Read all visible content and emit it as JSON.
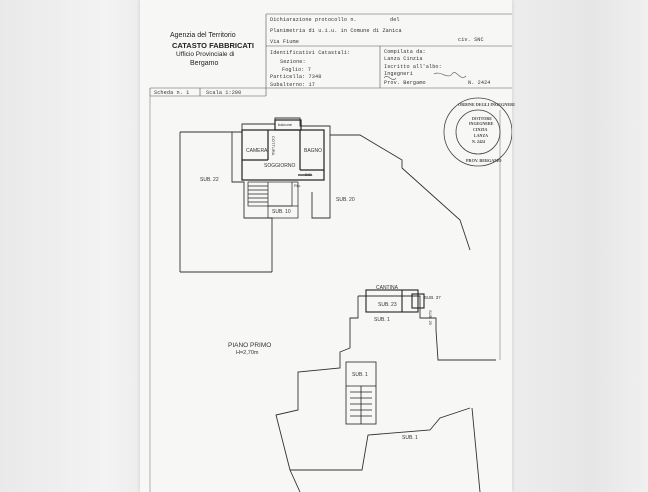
{
  "agency": {
    "line1": "Agenzia del Territorio",
    "line2": "CATASTO FABBRICATI",
    "line3": "Ufficio Provinciale di",
    "line4": "Bergamo"
  },
  "header": {
    "dichiarazione": "Dichiarazione protocollo n.",
    "del": "del",
    "planimetria": "Planimetria di u.i.u. in Comune di Zanica",
    "via": "Via Fiume",
    "civ": "civ. SNC",
    "identificativi": "Identificativi Catastali:",
    "sezione": "Sezione:",
    "foglio": "Foglio: 7",
    "particella": "Particella: 7348",
    "subalterno": "Subalterno: 17",
    "compilata": "Compilata da:",
    "compilata_name": "Lanza Cinzia",
    "iscritto": "Iscritto all'albo:",
    "albo": "Ingegneri",
    "prov": "Prov. Bergamo",
    "numero": "N. 2424"
  },
  "scheda": {
    "scheda": "Scheda n. 1",
    "scala": "Scala 1:200"
  },
  "plan": {
    "balcone": "balcone",
    "camera": "CAMERA",
    "cottura": "COTTURA",
    "bagno": "BAGNO",
    "soggiorno": "SOGGIORNO",
    "dis": "DIS.",
    "rip": "Rip.",
    "sub22": "SUB. 22",
    "sub20": "SUB. 20",
    "sub10": "SUB. 10",
    "cantina": "CANTINA",
    "sub23": "SUB. 23",
    "sub37": "SUB. 37",
    "sub29": "SUB. 29",
    "sub1a": "SUB. 1",
    "sub1b": "SUB. 1",
    "sub1c": "SUB. 1",
    "piano": "PIANO PRIMO",
    "altezza": "H=2,70m"
  },
  "stamp": {
    "ring_top": "ORDINE DEGLI INGEGNERI",
    "ring_bottom": "PROV. BERGAMO",
    "center1": "DOTTORE",
    "center2": "INGEGNERE",
    "center3": "CINZIA",
    "center4": "LANZA",
    "center5": "N. 2424"
  }
}
